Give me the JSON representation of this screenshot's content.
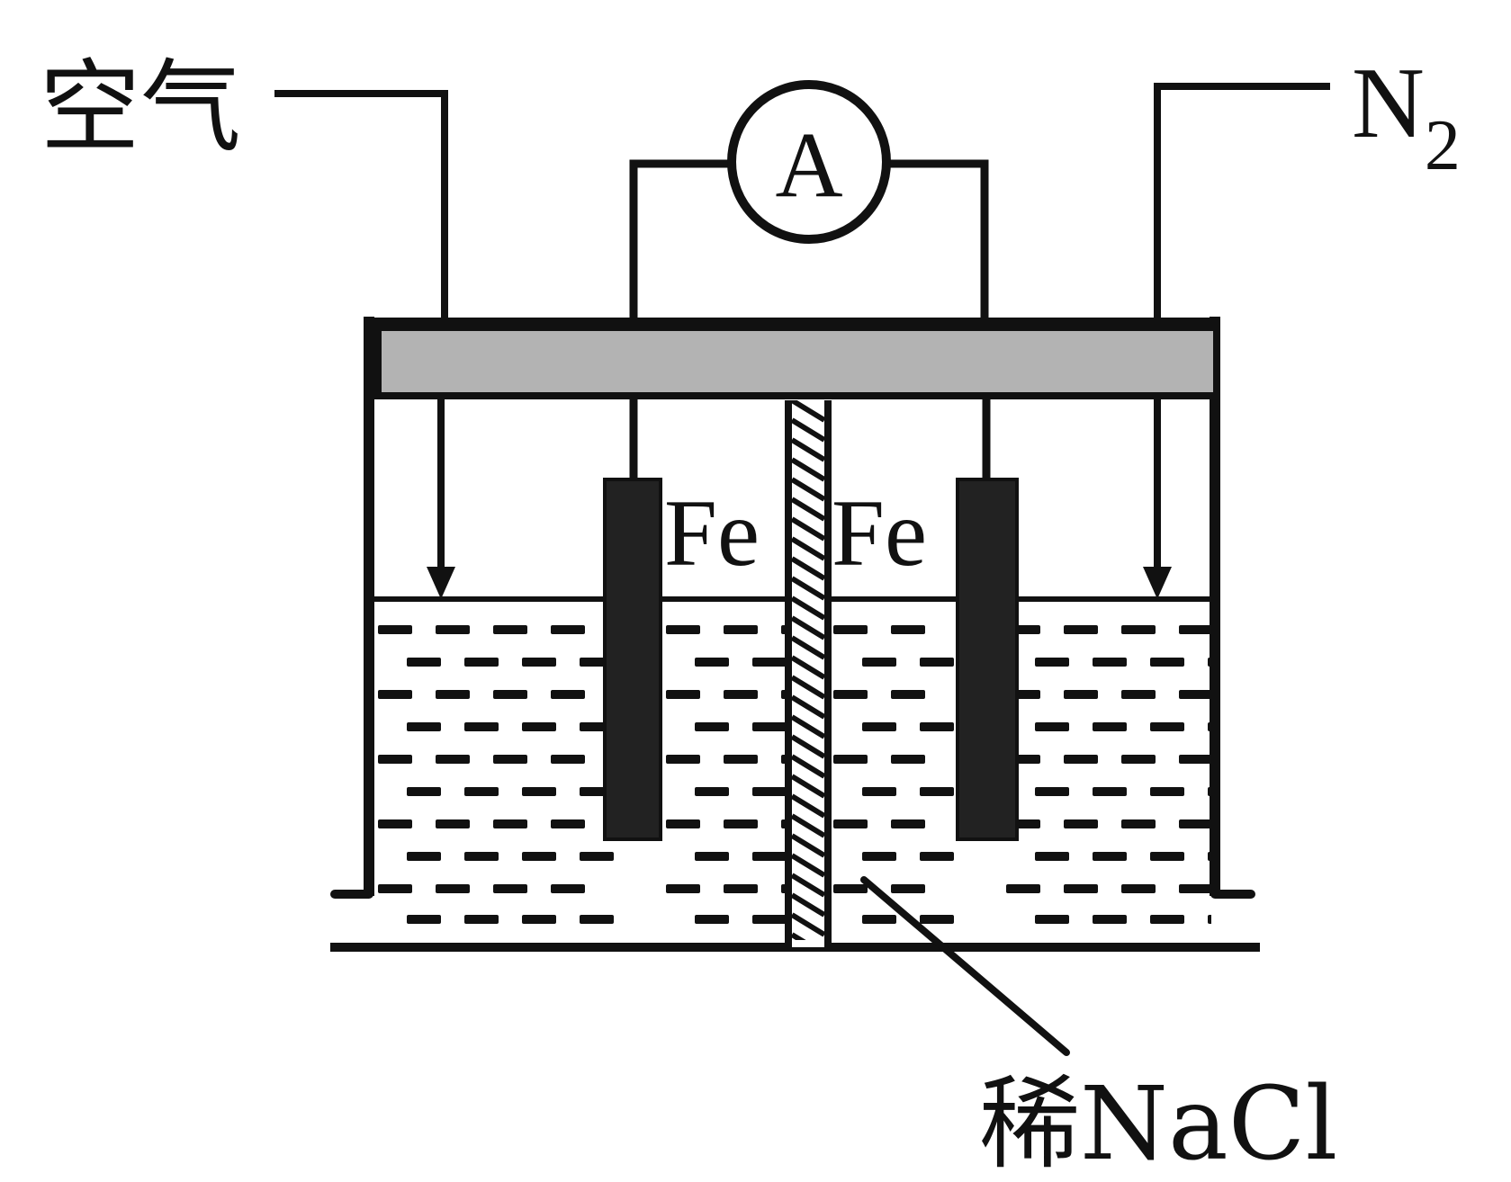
{
  "labels": {
    "air": "空气",
    "n2": "N",
    "n2_sub": "2",
    "ammeter": "A",
    "fe_left": "Fe",
    "fe_right": "Fe",
    "electrolyte": "稀NaCl"
  },
  "colors": {
    "line": "#111111",
    "lid": "#b3b3b3",
    "electrode": "#222222",
    "background": "#ffffff"
  }
}
